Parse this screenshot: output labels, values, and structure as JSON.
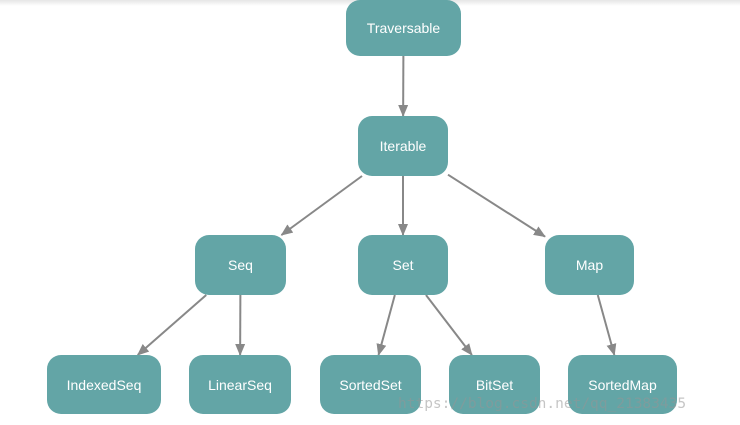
{
  "nodes": {
    "traversable": "Traversable",
    "iterable": "Iterable",
    "seq": "Seq",
    "set": "Set",
    "map": "Map",
    "indexedseq": "IndexedSeq",
    "linearseq": "LinearSeq",
    "sortedset": "SortedSet",
    "bitset": "BitSet",
    "sortedmap": "SortedMap"
  },
  "edges": [
    [
      "traversable",
      "iterable"
    ],
    [
      "iterable",
      "seq"
    ],
    [
      "iterable",
      "set"
    ],
    [
      "iterable",
      "map"
    ],
    [
      "seq",
      "indexedseq"
    ],
    [
      "seq",
      "linearseq"
    ],
    [
      "set",
      "sortedset"
    ],
    [
      "set",
      "bitset"
    ],
    [
      "map",
      "sortedmap"
    ]
  ],
  "watermark": "https://blog.csdn.net/qq_21383435",
  "colors": {
    "node_fill": "#63a5a6",
    "node_text": "#ffffff",
    "edge": "#888888"
  }
}
